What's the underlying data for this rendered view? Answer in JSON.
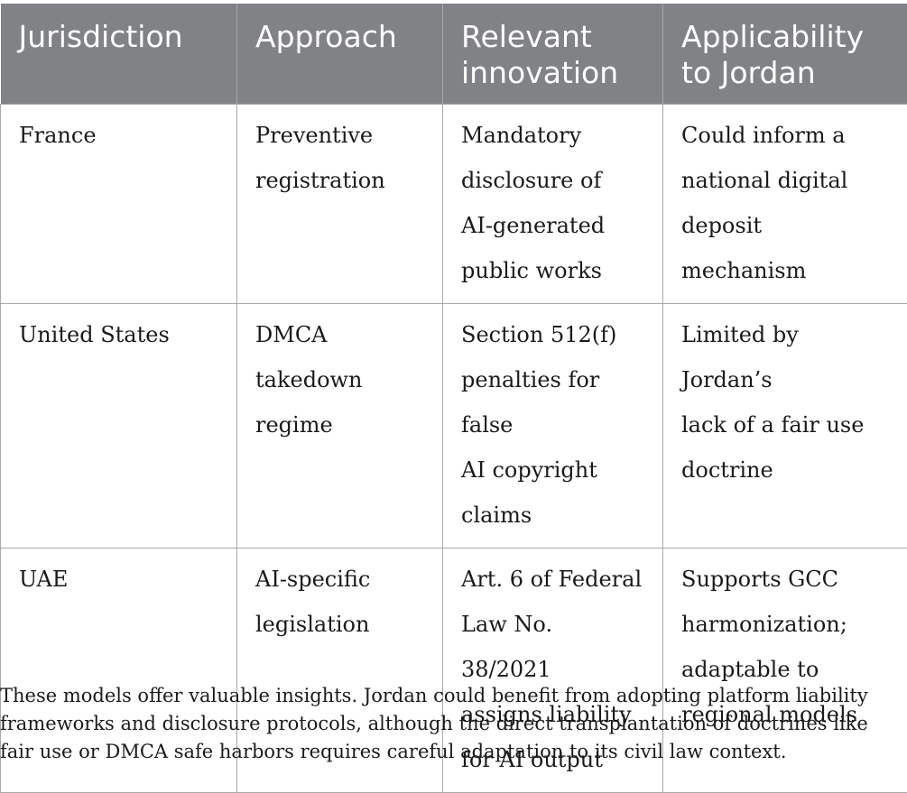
{
  "table": {
    "headers": [
      [
        "Jurisdiction"
      ],
      [
        "Approach"
      ],
      [
        "Relevant",
        "innovation"
      ],
      [
        "Applicability",
        "to Jordan"
      ]
    ],
    "rows": [
      {
        "jurisdiction": [
          "France"
        ],
        "approach": [
          "Preventive",
          "registration"
        ],
        "innovation": [
          "Mandatory",
          "disclosure of",
          "AI-generated",
          "public works"
        ],
        "applicability": [
          "Could inform a",
          "national digital",
          "deposit mechanism"
        ]
      },
      {
        "jurisdiction": [
          "United States"
        ],
        "approach": [
          "DMCA",
          "takedown",
          "regime"
        ],
        "innovation": [
          "Section 512(f)",
          "penalties for false",
          "AI copyright",
          "claims"
        ],
        "applicability": [
          "Limited by Jordan’s",
          "lack of a fair use",
          "doctrine"
        ]
      },
      {
        "jurisdiction": [
          "UAE"
        ],
        "approach": [
          "AI-specific",
          "legislation"
        ],
        "innovation": [
          "Art. 6 of Federal",
          "Law No. 38/2021",
          "assigns liability",
          "for AI output"
        ],
        "applicability": [
          "Supports GCC",
          "harmonization;",
          "adaptable to",
          "regional models"
        ]
      }
    ]
  },
  "paragraph": {
    "lines": [
      "These models offer valuable insights. Jordan could benefit from adopting platform liability",
      "frameworks and disclosure protocols, although the direct transplantation of doctrines like",
      "fair use or DMCA safe harbors requires careful adaptation to its civil law context."
    ]
  }
}
